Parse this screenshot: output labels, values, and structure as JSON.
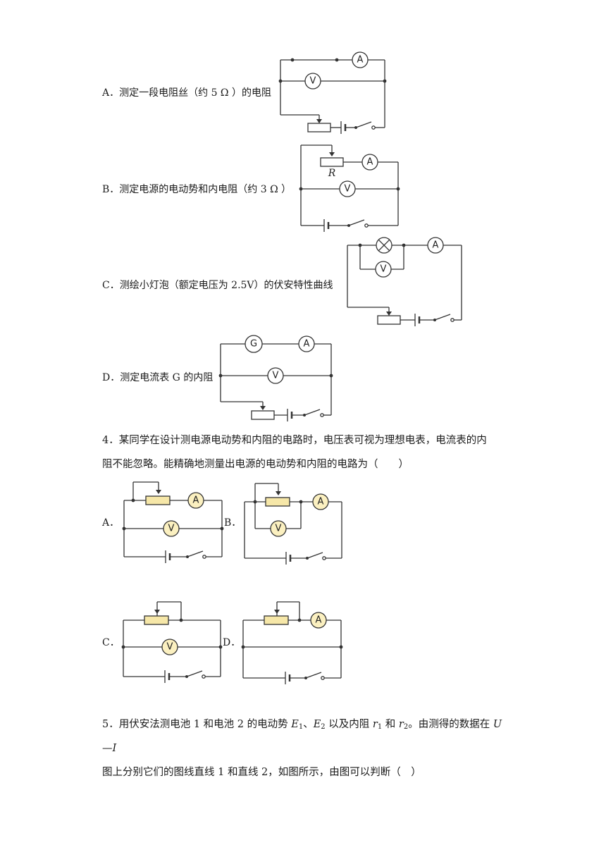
{
  "q3": {
    "options": [
      {
        "letter": "A．",
        "text": "测定一段电阻丝（约 5 Ω ）的电阻"
      },
      {
        "letter": "B．",
        "text": "测定电源的电动势和内电阻（约 3 Ω ）"
      },
      {
        "letter": "C．",
        "text": "测绘小灯泡（额定电压为 2.5V）的伏安特性曲线"
      },
      {
        "letter": "D．",
        "text": "测定电流表 G 的内阻"
      }
    ]
  },
  "q4": {
    "line1": "4．某同学在设计测电源电动势和内阻的电路时，电压表可视为理想电表，电流表的内",
    "line2": "阻不能忽略。能精确地测量出电源的电动势和内阻的电路为（　　）",
    "option_letters": [
      "A．",
      "B．",
      "C．",
      "D．"
    ]
  },
  "q5": {
    "line1_a": "5．用伏安法测电池 1 和电池 2 的电动势 ",
    "E": "E",
    "sub1": "1",
    "sep": "、",
    "sub2": "2",
    "line1_b": " 以及内阻 ",
    "r": "r",
    "and": " 和 ",
    "line1_c": "。由测得的数据在 ",
    "U": "U",
    "dash": "—",
    "I": "I",
    "line2": "图上分别它们的图线直线 1 和直线 2，如图所示，由图可以判断（　）"
  },
  "symbols": {
    "ammeter": "A",
    "voltmeter": "V",
    "galvanometer": "G",
    "rheostat": "R"
  }
}
